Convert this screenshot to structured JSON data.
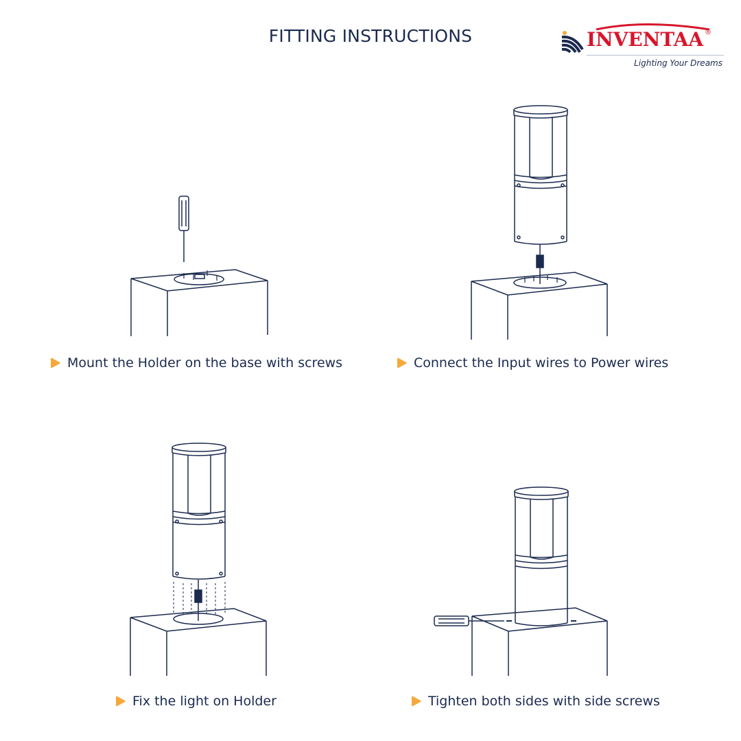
{
  "header": {
    "title": "FITTING INSTRUCTIONS"
  },
  "logo": {
    "name": "INVENTAA",
    "registered": "®",
    "tagline": "Lighting Your Dreams"
  },
  "steps": [
    {
      "label": "Mount the Holder on the base with screws",
      "icon": "play-bullet-icon"
    },
    {
      "label": "Connect the Input wires to Power wires",
      "icon": "play-bullet-icon"
    },
    {
      "label": "Fix the light on Holder",
      "icon": "play-bullet-icon"
    },
    {
      "label": "Tighten both sides with side screws",
      "icon": "play-bullet-icon"
    }
  ],
  "colors": {
    "line": "#1b2a4e",
    "bullet": "#f6a93b",
    "brand_red": "#d7162c"
  }
}
